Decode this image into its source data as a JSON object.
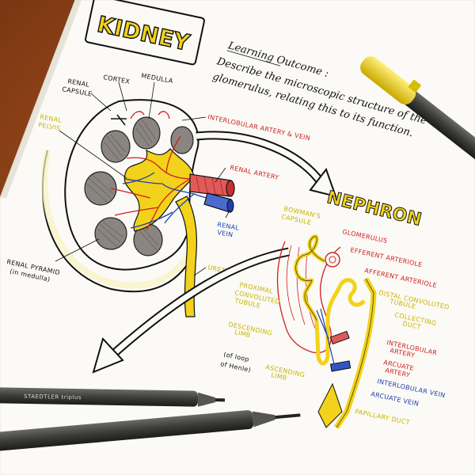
{
  "title": "KIDNEY",
  "learning_outcome": {
    "heading": "Learning Outcome :",
    "lines": [
      "Describe the microscopic structure of the",
      "glomerulus, relating this to its function."
    ]
  },
  "kidney_labels": {
    "renal_capsule": [
      "RENAL",
      "CAPSULE"
    ],
    "cortex": "CORTEX",
    "medulla": "MEDULLA",
    "renal_pelvis": [
      "RENAL",
      "PELVIS"
    ],
    "interlobular": "INTERLOBULAR ARTERY & VEIN",
    "renal_artery": "RENAL ARTERY",
    "renal_vein": [
      "RENAL",
      "VEIN"
    ],
    "ureter": "URETER",
    "renal_pyramid": [
      "RENAL PYRAMID",
      "(in medulla)"
    ]
  },
  "nephron": {
    "title": "NEPHRON",
    "bowmans": [
      "BOWMAN'S",
      "CAPSULE"
    ],
    "glomerulus": "GLOMERULUS",
    "efferent": "EFFERENT ARTERIOLE",
    "afferent": "AFFERENT ARTERIOLE",
    "distal": [
      "DISTAL CONVOLUTED",
      "TUBULE"
    ],
    "collecting": [
      "COLLECTING",
      "DUCT"
    ],
    "proximal": [
      "PROXIMAL",
      "CONVOLUTED",
      "TUBULE"
    ],
    "descending": [
      "DESCENDING",
      "LIMB"
    ],
    "loop": [
      "(of loop",
      "of Henle)"
    ],
    "ascending": [
      "ASCENDING",
      "LIMB"
    ],
    "interlobular_artery": [
      "INTERLOBULAR",
      "ARTERY"
    ],
    "arcuate_artery": [
      "ARCUATE",
      "ARTERY"
    ],
    "interlobular_vein": "INTERLOBULAR VEIN",
    "arcuate_vein": "ARCUATE VEIN",
    "papillary": "PAPILLARY DUCT"
  },
  "pen_brand": "STAEDTLER triplus",
  "colors": {
    "table": "#9a4a1c",
    "paper": "#fbfaf6",
    "ink": "#111111",
    "yellow": "#f2d21a",
    "red": "#d11e1e",
    "blue": "#1d3fb0",
    "pen_body": "#4a4a48",
    "pen_cap_yellow": "#f3d81b"
  }
}
